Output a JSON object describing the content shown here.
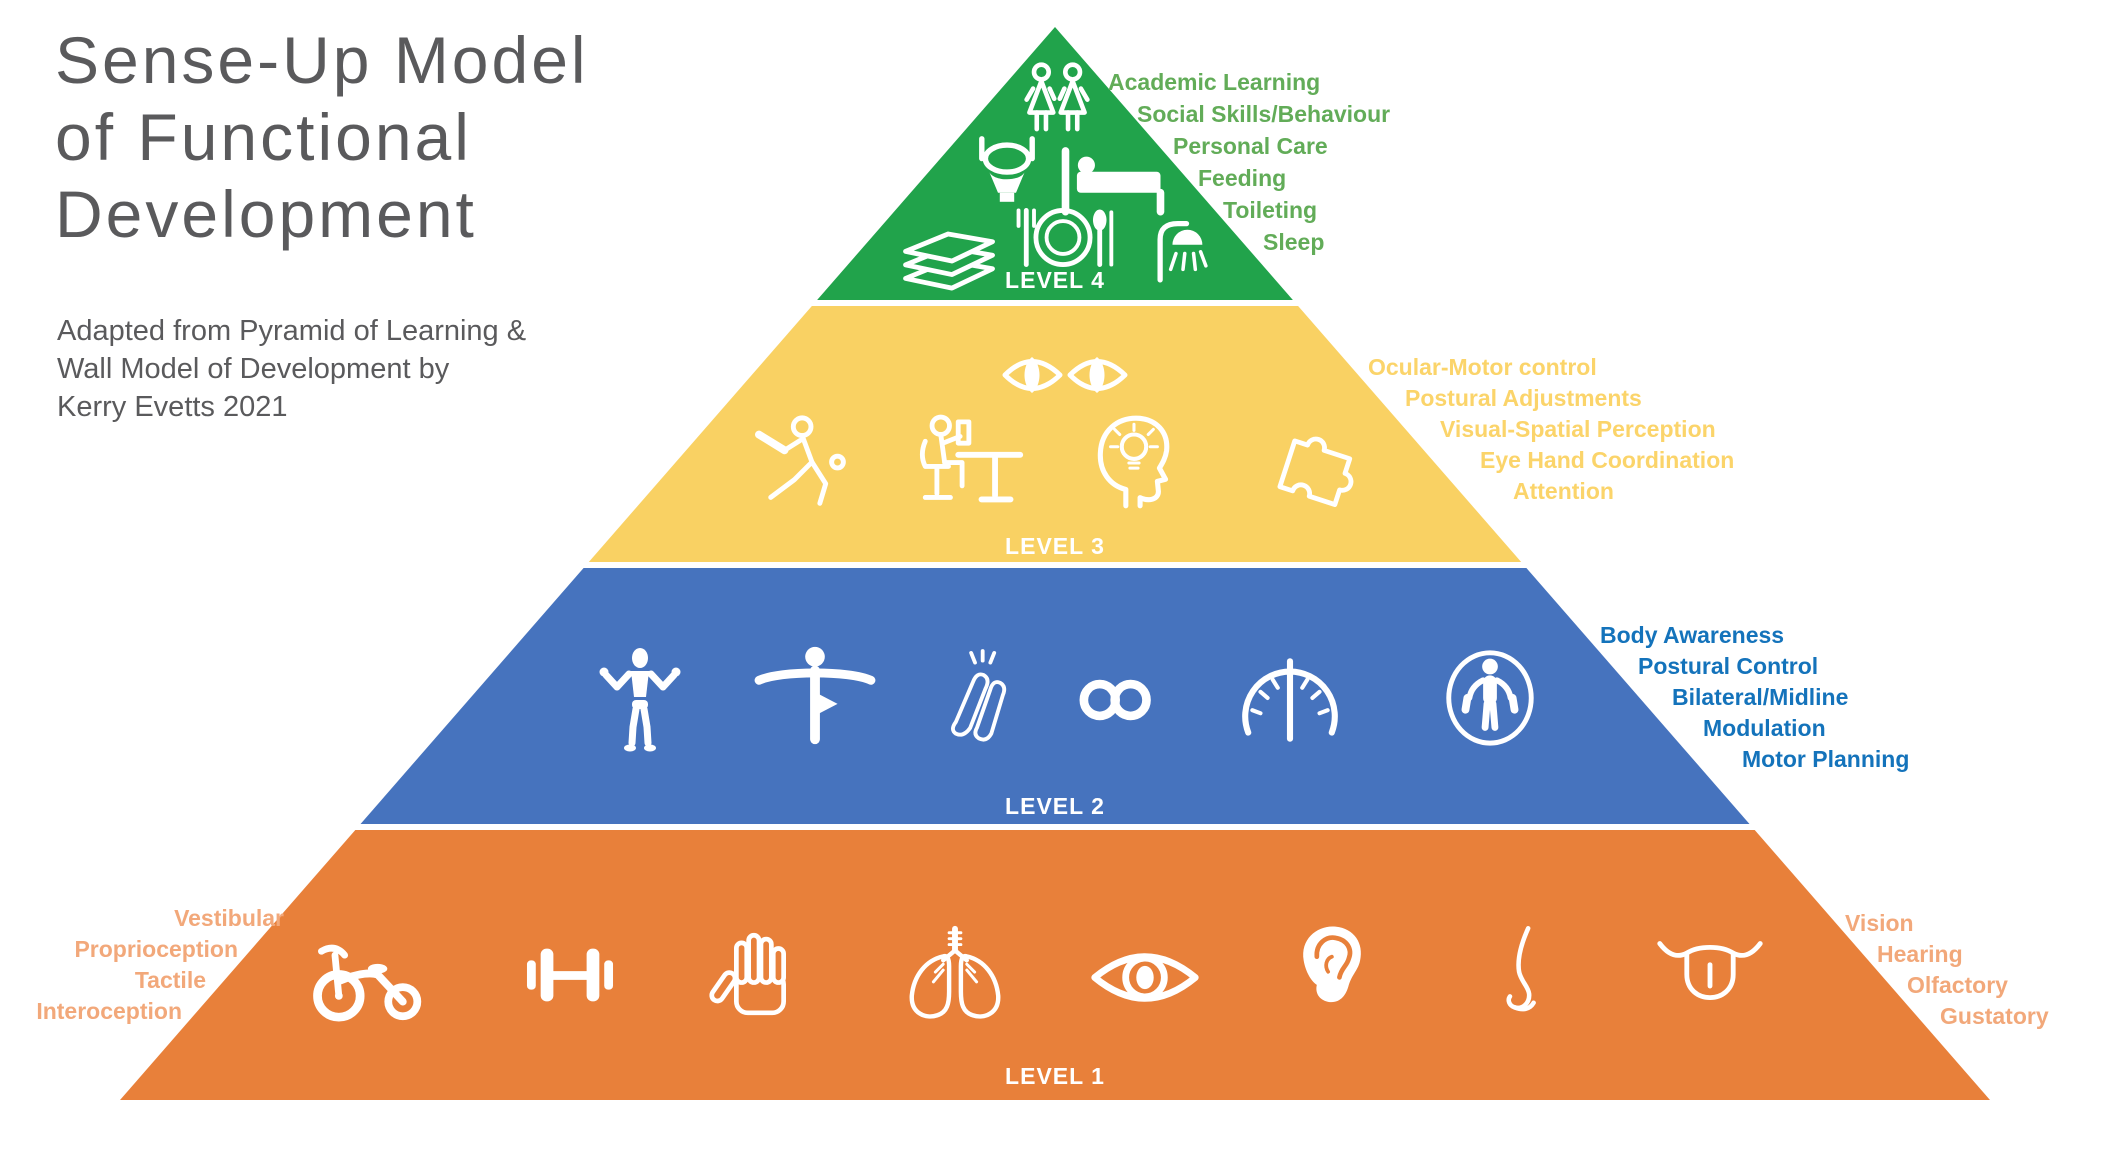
{
  "title": {
    "line1": "Sense-Up Model",
    "line2": "of Functional",
    "line3": "Development"
  },
  "subtitle": {
    "line1": "Adapted from Pyramid of Learning &",
    "line2": "Wall Model of Development by",
    "line3": "Kerry Evetts 2021"
  },
  "colors": {
    "title_gray": "#5a5a5c",
    "level4_band": "#21a34b",
    "level4_text": "#62ac58",
    "level3_band": "#f9d163",
    "level3_text": "#fbd46a",
    "level2_band": "#4673be",
    "level2_text": "#1473bb",
    "level1_band": "#e8803a",
    "level1_text": "#f2a87a",
    "icon_white": "#ffffff"
  },
  "levels": [
    {
      "name": "LEVEL 4",
      "labels": [
        "Academic Learning",
        "Social Skills/Behaviour",
        "Personal Care",
        "Feeding",
        "Toileting",
        "Sleep"
      ],
      "icons": [
        "two-children-icon",
        "toilet-icon",
        "bed-icon",
        "books-icon",
        "meal-icon",
        "shower-icon"
      ]
    },
    {
      "name": "LEVEL 3",
      "labels": [
        "Ocular-Motor control",
        "Postural Adjustments",
        "Visual-Spatial Perception",
        "Eye Hand Coordination",
        "Attention"
      ],
      "icons": [
        "eyes-icon",
        "cricket-batter-icon",
        "child-at-desk-icon",
        "head-lightbulb-icon",
        "puzzle-piece-icon"
      ]
    },
    {
      "name": "LEVEL 2",
      "labels": [
        "Body Awareness",
        "Postural Control",
        "Bilateral/Midline",
        "Modulation",
        "Motor Planning"
      ],
      "icons": [
        "mannequin-icon",
        "yoga-pose-icon",
        "clapping-hands-icon",
        "infinity-icon",
        "speedometer-icon",
        "jump-rope-icon"
      ]
    },
    {
      "name": "LEVEL 1",
      "labels_left": [
        "Vestibular",
        "Proprioception",
        "Tactile",
        "Interoception"
      ],
      "labels_right": [
        "Vision",
        "Hearing",
        "Olfactory",
        "Gustatory"
      ],
      "icons": [
        "tricycle-icon",
        "dumbbell-icon",
        "hand-icon",
        "lungs-icon",
        "eye-icon",
        "ear-icon",
        "nose-icon",
        "tongue-icon"
      ]
    }
  ]
}
